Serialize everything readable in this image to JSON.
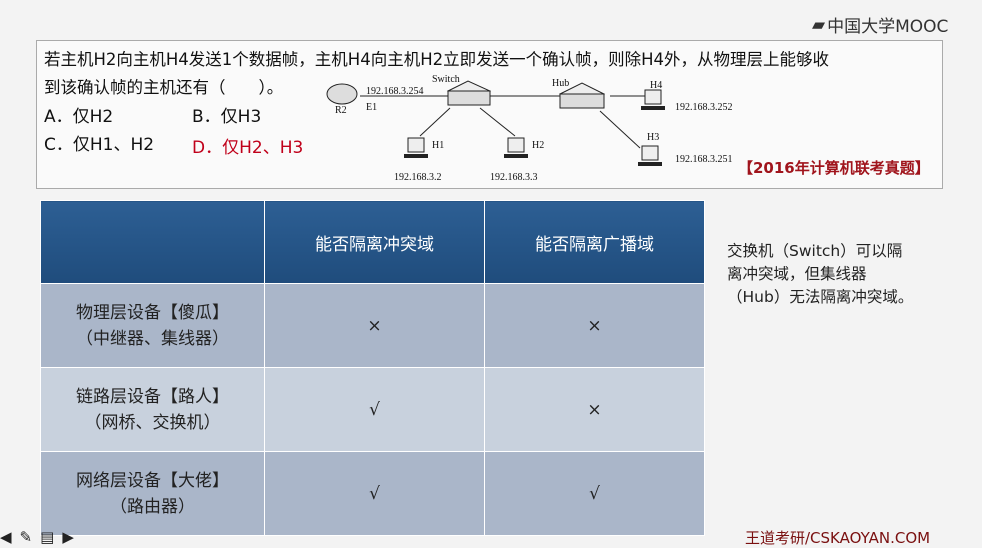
{
  "logo": {
    "text": "中国大学MOOC"
  },
  "question": {
    "line1": "若主机H2向主机H4发送1个数据帧，主机H4向主机H2立即发送一个确认帧，则除H4外，从物理层上能够收",
    "line2": "到该确认帧的主机还有（　　）。",
    "options": [
      {
        "label": "A．仅H2"
      },
      {
        "label": "B．仅H3"
      },
      {
        "label": "C．仅H1、H2"
      },
      {
        "label": "D．仅H2、H3",
        "highlight": true
      }
    ],
    "source": "【2016年计算机联考真题】"
  },
  "diagram": {
    "switch": "Switch",
    "hub": "Hub",
    "router": "R2",
    "interface": "E1",
    "router_ip": "192.168.3.254",
    "hosts": [
      {
        "name": "H1",
        "ip": "192.168.3.2"
      },
      {
        "name": "H2",
        "ip": "192.168.3.3"
      },
      {
        "name": "H3",
        "ip": "192.168.3.251"
      },
      {
        "name": "H4",
        "ip": "192.168.3.252"
      }
    ]
  },
  "table": {
    "headers": [
      "",
      "能否隔离冲突域",
      "能否隔离广播域"
    ],
    "rows": [
      {
        "name": "物理层设备【傻瓜】",
        "sub": "（中继器、集线器）",
        "collision": "×",
        "broadcast": "×"
      },
      {
        "name": "链路层设备【路人】",
        "sub": "（网桥、交换机）",
        "collision": "√",
        "broadcast": "×"
      },
      {
        "name": "网络层设备【大佬】",
        "sub": "（路由器）",
        "collision": "√",
        "broadcast": "√"
      }
    ]
  },
  "note": "交换机（Switch）可以隔离冲突域，但集线器（Hub）无法隔离冲突域。",
  "footer": "王道考研/CSKAOYAN.COM",
  "toolbar": {
    "icons": [
      "prev-icon",
      "pen-icon",
      "notes-icon",
      "next-icon"
    ]
  },
  "colors": {
    "answer": "#c0001a",
    "header": "#2d5f94",
    "source": "#a0141c"
  }
}
